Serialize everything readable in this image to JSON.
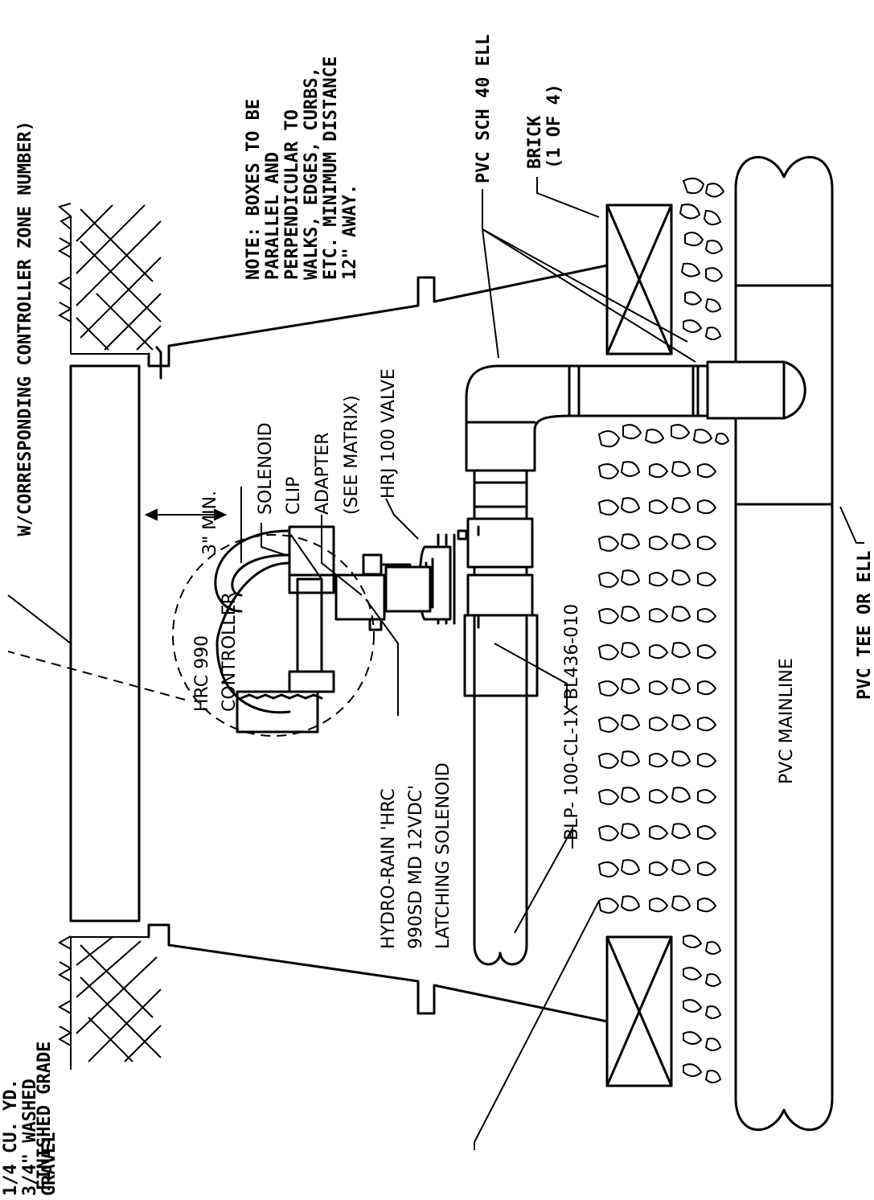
{
  "labels": {
    "finished_grade": "FINISHED GRADE",
    "gravel_1": "1/4 CU. YD. OF",
    "gravel_2": "3/4\" WASHED",
    "gravel_3": "GRAVEL",
    "controller_ref": "W/CORRESPONDING CONTROLLER ZONE NUMBER)",
    "hrc990_1": "HRC 990",
    "hrc990_2": "CONTROLLER",
    "min_clearance": "3\" MIN.",
    "solenoid": "SOLENOID",
    "clip": "CLIP",
    "adapter_1": "ADAPTER",
    "adapter_2": "(SEE MATRIX)",
    "hrj_valve": "HRJ 100 VALVE",
    "hydro_rain_1": "HYDRO-RAIN 'HRC",
    "hydro_rain_2": "990SD MD 12VDC'",
    "hydro_rain_3": "LATCHING SOLENOID",
    "bl436": "BL436-010",
    "blp100": "BLP- 100-CL-1X",
    "pvc_mainline": "PVC MAINLINE",
    "pvc_tee": "PVC TEE OR ELL",
    "pvc_sch40": "PVC SCH 40 ELL",
    "brick_1": "BRICK",
    "brick_2": "(1 OF 4)",
    "note_1": "NOTE: BOXES TO BE",
    "note_2": "PARALLEL AND",
    "note_3": "PERPENDICULAR TO",
    "note_4": "WALKS, EDGES, CURBS,",
    "note_5": "ETC. MINIMUM DISTANCE",
    "note_6": "12\" AWAY."
  }
}
